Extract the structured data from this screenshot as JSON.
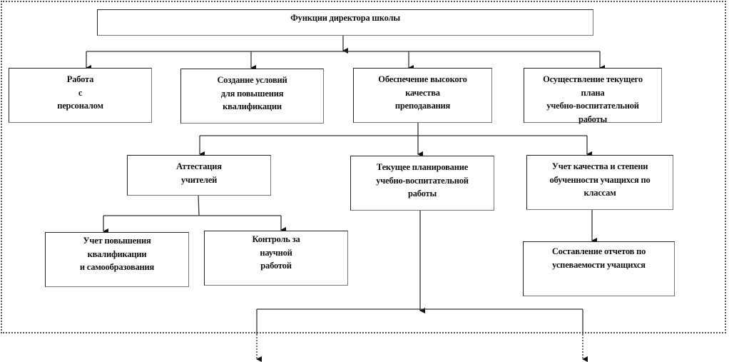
{
  "diagram": {
    "title": "Функции директора школы",
    "nodes": {
      "root": {
        "lines": [
          "Функции директора школы"
        ]
      },
      "personnel": {
        "lines": [
          "Работа",
          "с",
          "персоналом"
        ]
      },
      "qualification_conditions": {
        "lines": [
          "Создание условий",
          "для повышения",
          "квалификации"
        ]
      },
      "teaching_quality": {
        "lines": [
          "Обеспечение высокого",
          "качества",
          "преподавания"
        ]
      },
      "current_plan": {
        "lines": [
          "Осуществление текущего",
          "плана",
          "учебно-воспитательной",
          "работы"
        ]
      },
      "attestation": {
        "lines": [
          "Аттестация",
          "учителей"
        ]
      },
      "current_planning": {
        "lines": [
          "Текущее  планирование",
          "учебно-воспитательной",
          "работы"
        ]
      },
      "quality_accounting": {
        "lines": [
          "Учет качества и степени",
          "обученности учащихся  по",
          "классам"
        ]
      },
      "qualification_accounting": {
        "lines": [
          "Учет повышения",
          "квалификации",
          "и самообразования"
        ]
      },
      "research_control": {
        "lines": [
          "Контроль за",
          "научной",
          "работой"
        ]
      },
      "progress_reports": {
        "lines": [
          "Составление отчетов по",
          "успеваемости учащихся"
        ]
      }
    },
    "edges": [
      [
        "root",
        "personnel"
      ],
      [
        "root",
        "qualification_conditions"
      ],
      [
        "root",
        "teaching_quality"
      ],
      [
        "root",
        "current_plan"
      ],
      [
        "teaching_quality",
        "attestation"
      ],
      [
        "teaching_quality",
        "current_planning"
      ],
      [
        "teaching_quality",
        "quality_accounting"
      ],
      [
        "attestation",
        "qualification_accounting"
      ],
      [
        "attestation",
        "research_control"
      ],
      [
        "quality_accounting",
        "progress_reports"
      ],
      [
        "current_planning",
        "continuation-left"
      ],
      [
        "current_planning",
        "continuation-right"
      ]
    ]
  }
}
